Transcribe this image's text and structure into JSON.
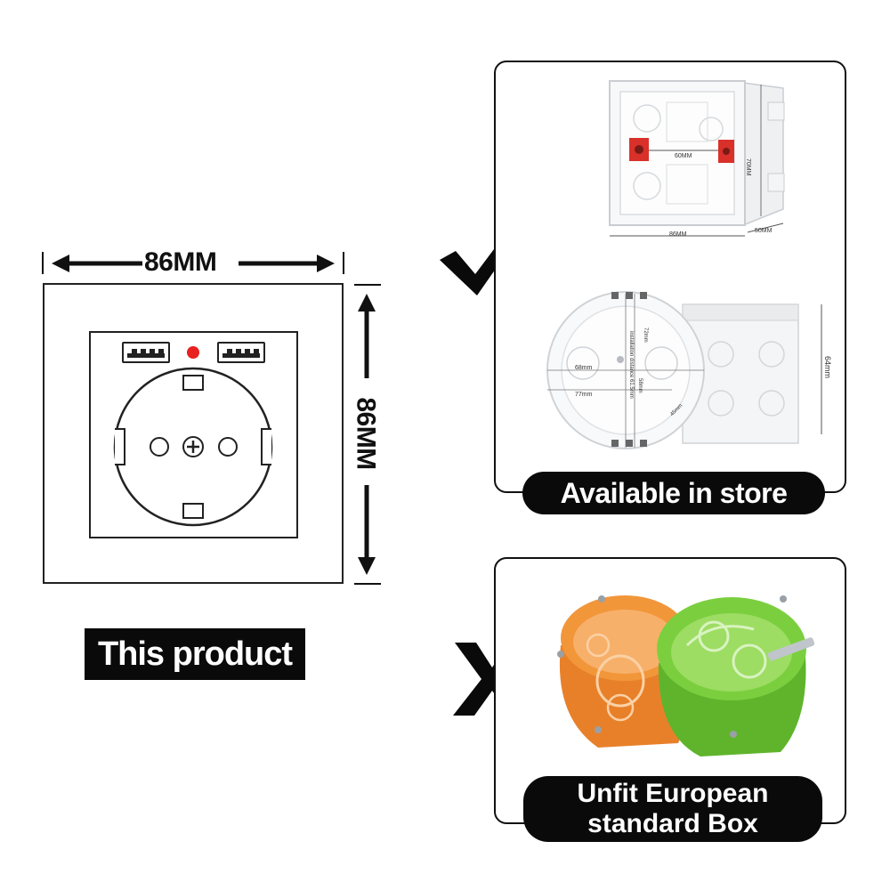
{
  "dimensions": {
    "width_label": "86MM",
    "height_label": "86MM"
  },
  "left": {
    "product_caption": "This product"
  },
  "compatible_panel": {
    "caption": "Available in store",
    "square_box": {
      "inner_width_label": "60MM",
      "height_label": "70MM",
      "width_label": "86MM",
      "depth_label": "50MM"
    },
    "round_box": {
      "diameter_label": "68mm",
      "outer_label": "77mm",
      "depth_label": "64mm",
      "spacing_label": "72mm",
      "install_label": "installation distance 61.5mm",
      "hole_label": "58mm",
      "side_label": "45mm"
    }
  },
  "incompatible_panel": {
    "caption_line1": "Unfit European",
    "caption_line2": "standard Box"
  },
  "colors": {
    "led": "#e8201f",
    "orange_box": "#f2963a",
    "green_box": "#7bcf3f",
    "clip_red": "#d9302a"
  }
}
